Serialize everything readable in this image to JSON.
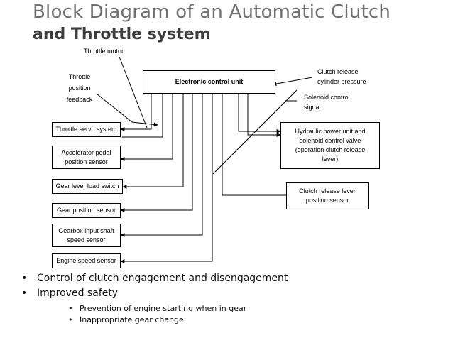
{
  "title": {
    "line1": "Block Diagram of an Automatic Clutch",
    "line2": "and Throttle system"
  },
  "labels": {
    "throttle_motor": "Throttle motor",
    "throttle_feedback": "Throttle\nposition\nfeedback",
    "clutch_pressure": "Clutch release\ncylinder pressure",
    "solenoid_signal": "Solenoid control\nsignal"
  },
  "ecu": {
    "label": "Electronic control unit"
  },
  "left_boxes": [
    {
      "label": "Throttle servo system"
    },
    {
      "label": "Accelerator pedal\nposition sensor"
    },
    {
      "label": "Gear lever load switch"
    },
    {
      "label": "Gear position sensor"
    },
    {
      "label": "Gearbox input shaft\nspeed sensor"
    },
    {
      "label": "Engine speed sensor"
    }
  ],
  "right_boxes": [
    {
      "label": "Hydraulic power unit and\nsolenoid control valve\n(operation clutch release\nlever)"
    },
    {
      "label": "Clutch release lever\nposition sensor"
    }
  ],
  "bullets": [
    "Control of clutch engagement and disengagement",
    "Improved safety"
  ],
  "sub_bullets": [
    "Prevention of engine starting when in gear",
    "Inappropriate gear change"
  ],
  "bullet_glyph": "•"
}
